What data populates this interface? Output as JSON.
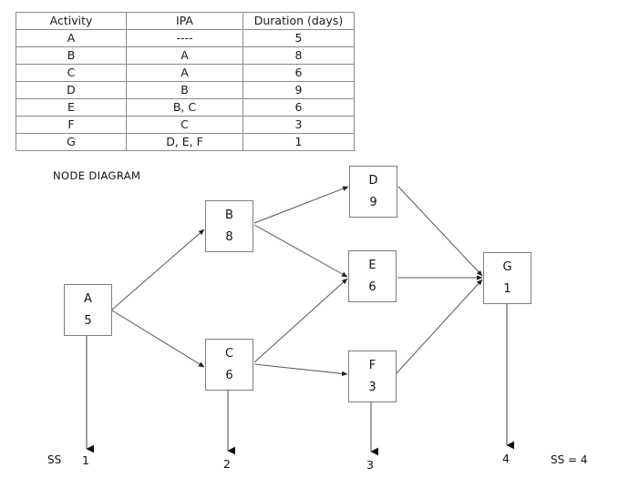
{
  "table": {
    "headers": [
      "Activity",
      "IPA",
      "Duration (days)"
    ],
    "rows": [
      [
        "A",
        "----",
        "5"
      ],
      [
        "B",
        "A",
        "8"
      ],
      [
        "C",
        "A",
        "6"
      ],
      [
        "D",
        "B",
        "9"
      ],
      [
        "E",
        "B, C",
        "6"
      ],
      [
        "F",
        "C",
        "3"
      ],
      [
        "G",
        "D, E, F",
        "1"
      ]
    ]
  },
  "diagram": {
    "title": "NODE DIAGRAM",
    "nodes": [
      {
        "key": "A",
        "id": "A",
        "duration": "5"
      },
      {
        "key": "B",
        "id": "B",
        "duration": "8"
      },
      {
        "key": "C",
        "id": "C",
        "duration": "6"
      },
      {
        "key": "D",
        "id": "D",
        "duration": "9"
      },
      {
        "key": "E",
        "id": "E",
        "duration": "6"
      },
      {
        "key": "F",
        "id": "F",
        "duration": "3"
      },
      {
        "key": "G",
        "id": "G",
        "duration": "1"
      }
    ],
    "edges": [
      {
        "from": "A",
        "to": "B"
      },
      {
        "from": "A",
        "to": "C"
      },
      {
        "from": "B",
        "to": "D"
      },
      {
        "from": "B",
        "to": "E"
      },
      {
        "from": "C",
        "to": "E"
      },
      {
        "from": "C",
        "to": "F"
      },
      {
        "from": "D",
        "to": "G"
      },
      {
        "from": "E",
        "to": "G"
      },
      {
        "from": "F",
        "to": "G"
      }
    ],
    "ss_prefix": "SS",
    "ss_total": "SS = 4",
    "arrow_numbers": [
      "1",
      "2",
      "3",
      "4"
    ],
    "line_color": "#555555",
    "box_border_color": "#7d7d7d"
  }
}
